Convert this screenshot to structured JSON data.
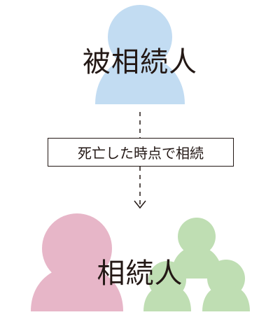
{
  "decedent": {
    "label": "被相続人"
  },
  "caption": {
    "text": "死亡した時点で相続"
  },
  "heirs": {
    "label": "相続人"
  },
  "colors": {
    "decedent_figure": "#c2dcf2",
    "heir_main_figure": "#e7b6c8",
    "heir_other_figures": "#bfdeb3",
    "text": "#231815",
    "line": "#231815"
  },
  "icons": {
    "decedent": "person-icon",
    "heir_main": "person-icon",
    "heir_group": "people-group-icon",
    "arrow": "arrow-down-icon"
  }
}
